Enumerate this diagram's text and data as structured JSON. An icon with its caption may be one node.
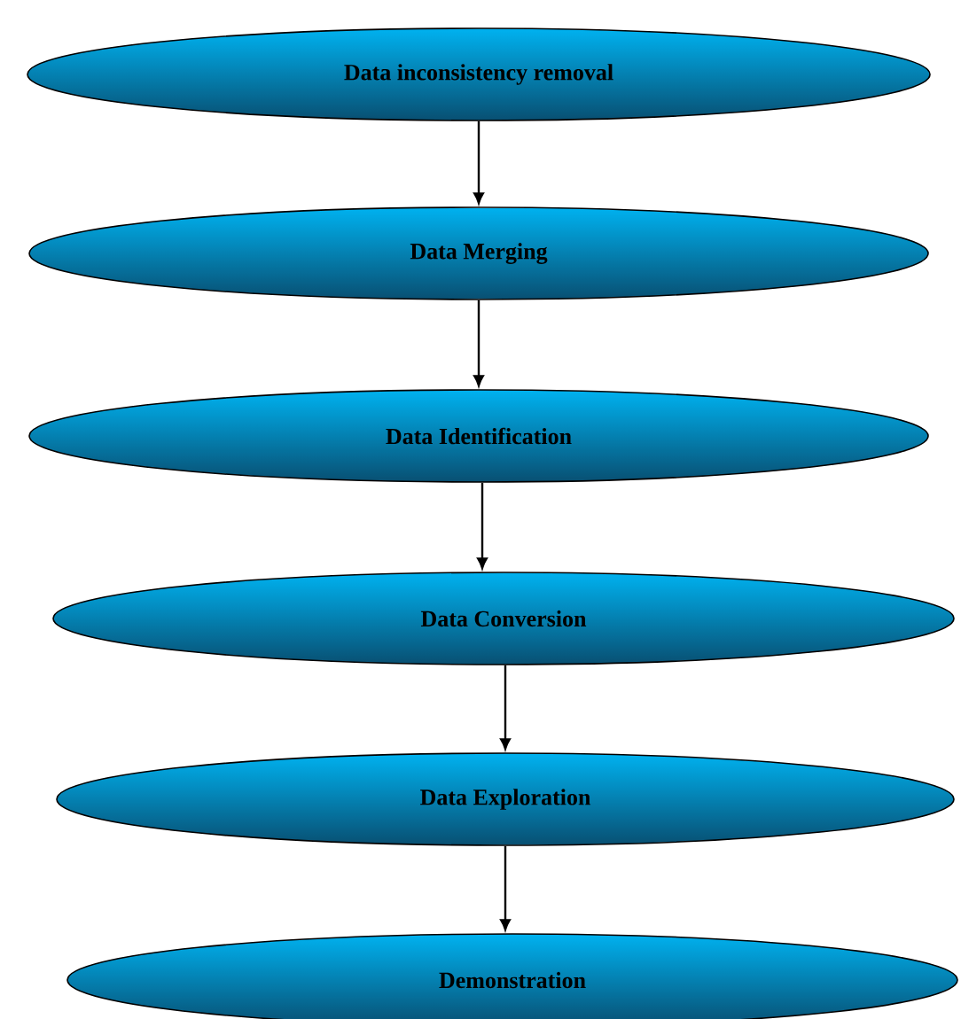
{
  "diagram": {
    "nodes": [
      {
        "text": [
          "Data inconsistency removal"
        ]
      },
      {
        "text": [
          "Data Merging"
        ]
      },
      {
        "text": [
          "Data Identification"
        ]
      },
      {
        "text": [
          "Data Conversion"
        ]
      },
      {
        "text": [
          "Data Exploration"
        ]
      },
      {
        "text": [
          "Demonstration"
        ]
      }
    ],
    "edges": [
      {
        "from": 0,
        "to": 1,
        "arrow": "to"
      },
      {
        "from": 1,
        "to": 2,
        "arrow": "to"
      },
      {
        "from": 2,
        "to": 3,
        "arrow": "to"
      },
      {
        "from": 3,
        "to": 4,
        "arrow": "to"
      },
      {
        "from": 4,
        "to": 5,
        "arrow": "to"
      }
    ]
  }
}
